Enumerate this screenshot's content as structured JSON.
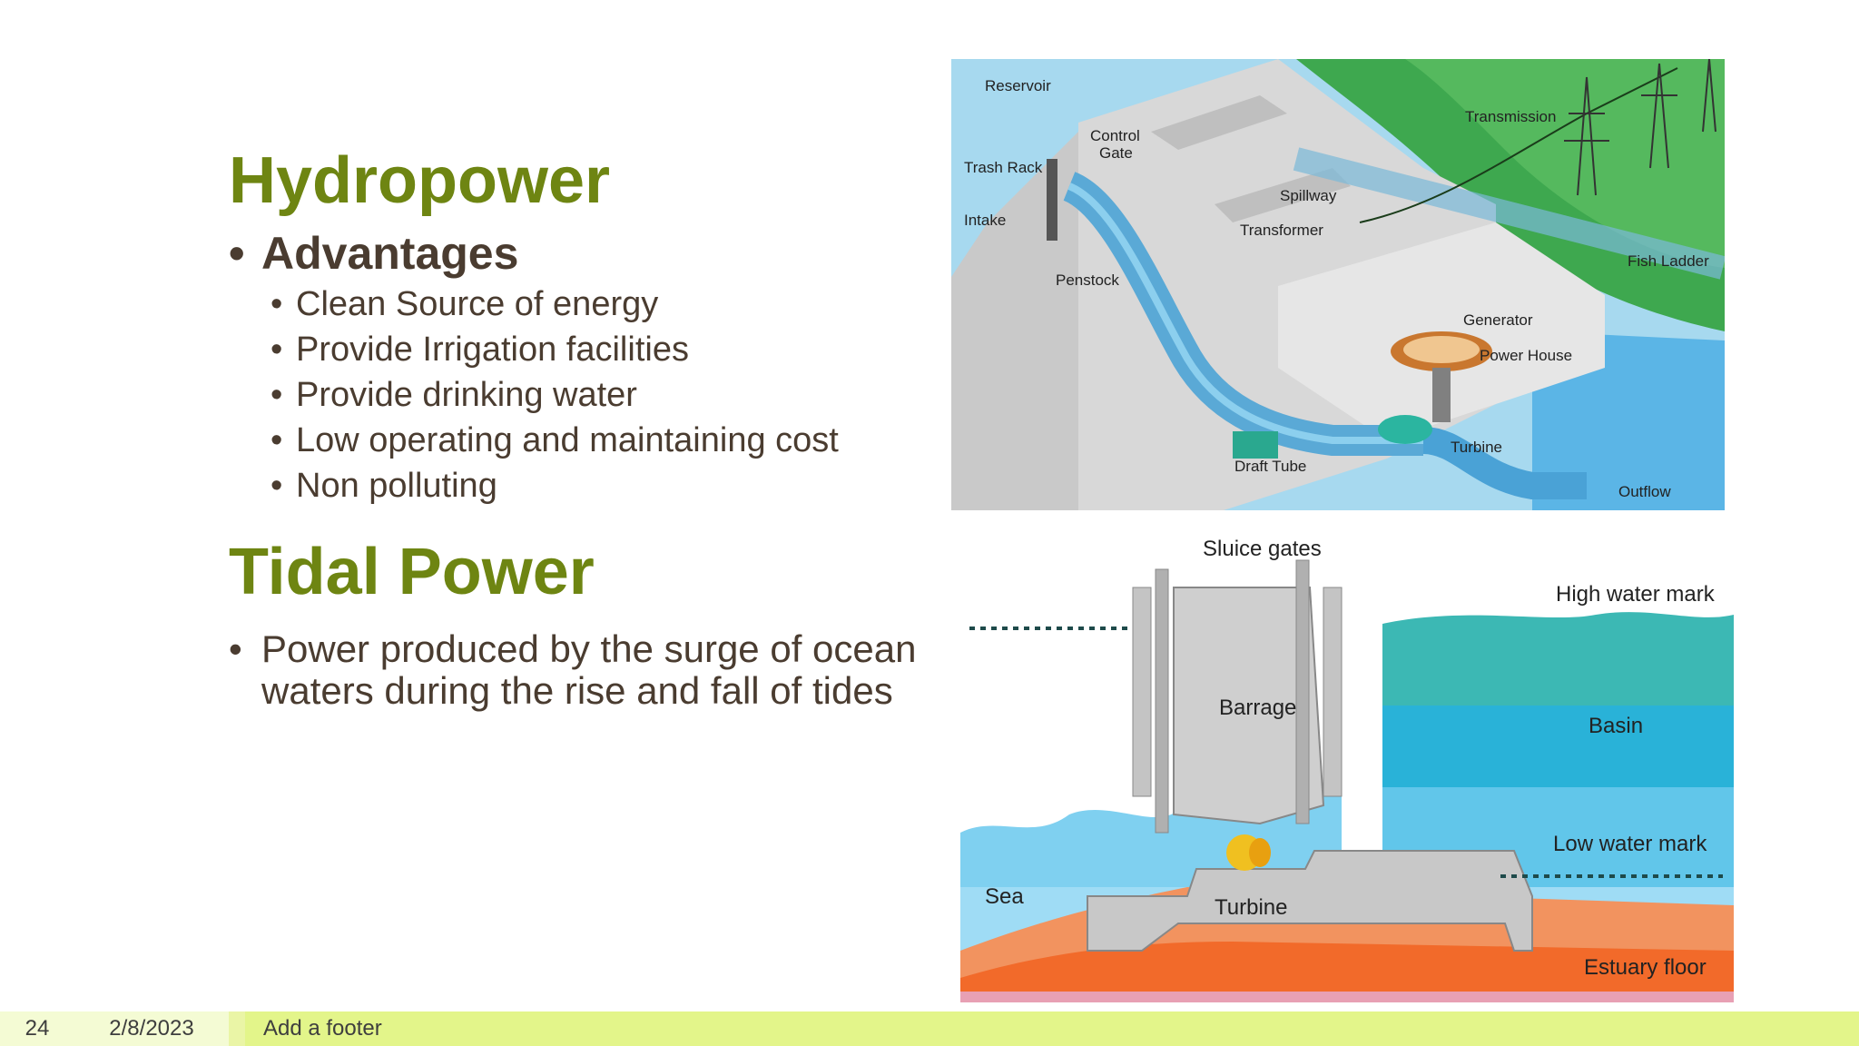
{
  "hydro": {
    "title": "Hydropower",
    "advantages_label": "Advantages",
    "bullet": "•",
    "items": [
      "Clean Source of energy",
      "Provide Irrigation facilities",
      "Provide drinking water",
      "Low operating and maintaining cost",
      "Non polluting"
    ],
    "diagram_labels": {
      "reservoir": "Reservoir",
      "control_gate_1": "Control",
      "control_gate_2": "Gate",
      "trash_rack": "Trash Rack",
      "intake": "Intake",
      "penstock": "Penstock",
      "spillway": "Spillway",
      "transformer": "Transformer",
      "transmission": "Transmission",
      "fish_ladder": "Fish Ladder",
      "generator": "Generator",
      "power_house": "Power House",
      "turbine": "Turbine",
      "draft_tube": "Draft Tube",
      "outflow": "Outflow"
    }
  },
  "tidal": {
    "title": "Tidal Power",
    "bullet": "•",
    "description": "Power produced by the surge of ocean waters during the rise and fall of tides",
    "diagram_labels": {
      "sluice_gates": "Sluice gates",
      "high_water_mark": "High water mark",
      "barrage": "Barrage",
      "basin": "Basin",
      "low_water_mark": "Low water mark",
      "sea": "Sea",
      "turbine": "Turbine",
      "estuary_floor": "Estuary floor"
    }
  },
  "footer": {
    "slide_number": "24",
    "date": "2/8/2023",
    "text": "Add a footer"
  },
  "colors": {
    "title_green": "#6e8512",
    "body_text": "#4a3c30",
    "footer_bar": "#e3f58a"
  }
}
